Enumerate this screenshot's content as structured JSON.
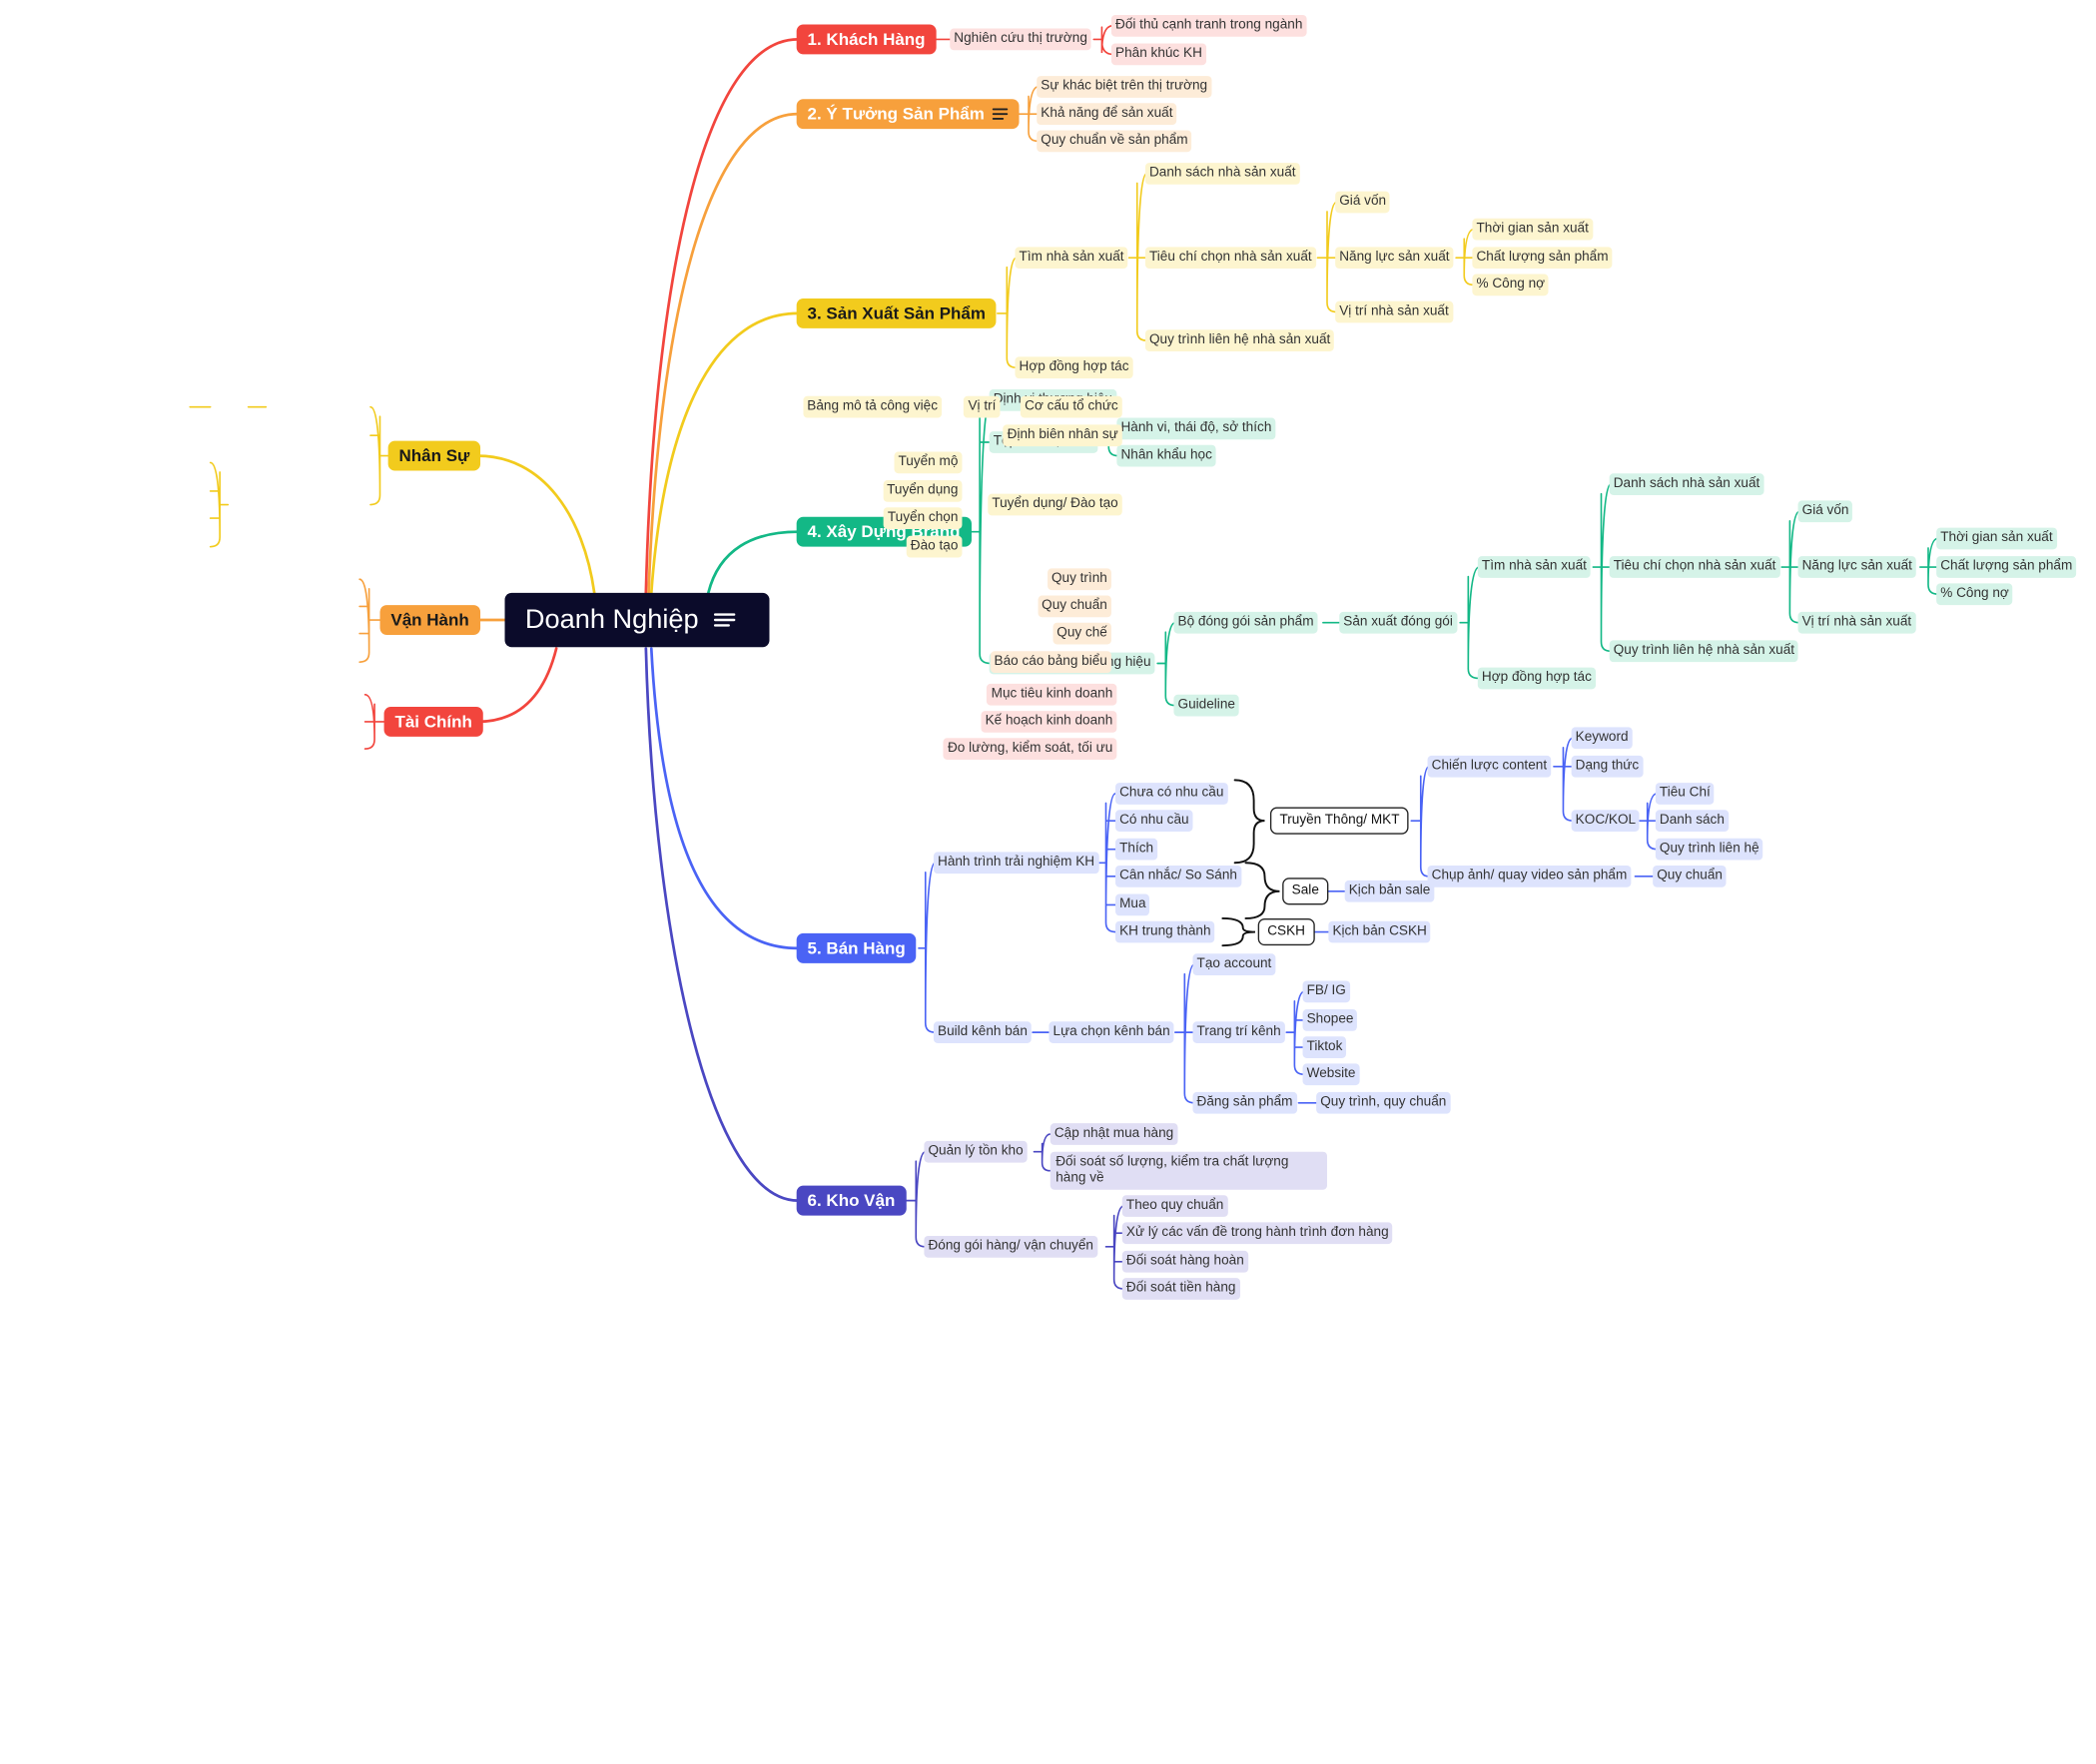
{
  "root": "Doanh Nghiệp",
  "colors": {
    "khach_hang": "#f2453d",
    "y_tuong": "#f7a03c",
    "san_xuat": "#f2cb1d",
    "brand": "#13b886",
    "ban_hang": "#4a63f5",
    "kho_van": "#4a47c2",
    "nhan_su": "#f2cb1d",
    "van_hanh": "#f7a03c",
    "tai_chinh": "#f2453d",
    "root_bg": "#0b0b2a"
  },
  "icons": [
    "note-icon"
  ],
  "right": {
    "khach_hang": {
      "label": "1. Khách Hàng",
      "nghien_cuu": "Nghiên cứu thị trường",
      "doi_thu": "Đối thủ cạnh tranh trong ngành",
      "phan_khuc": "Phân khúc KH"
    },
    "y_tuong": {
      "label": "2. Ý Tưởng Sản Phẩm",
      "items": [
        "Sự khác biệt trên thị trường",
        "Khả năng để sản xuất",
        "Quy chuẩn về sản phẩm"
      ]
    },
    "san_xuat": {
      "label": "3. Sản Xuất Sản Phẩm",
      "tim_nsx": "Tìm nhà sản xuất",
      "hop_dong": "Hợp đồng hợp tác",
      "danh_sach": "Danh sách nhà sản xuất",
      "tieu_chi": "Tiêu chí chọn nhà sản xuất",
      "quy_trinh": "Quy trình liên hệ nhà sản xuất",
      "gia_von": "Giá vốn",
      "nang_luc": "Năng lực sản xuất",
      "vi_tri": "Vị trí nhà sản xuất",
      "nang_luc_items": [
        "Thời gian sản xuất",
        "Chất lượng sản phẩm",
        "% Công nợ"
      ]
    },
    "brand": {
      "label": "4. Xây Dựng Brand",
      "dinh_vi": "Định vị thương hiệu",
      "tep_kh": "Tệp KH mục tiêu",
      "hanh_vi": "Hành vi, thái độ, sở thích",
      "nhan_khau": "Nhân khẩu học",
      "bo_nhan_dien": "Bộ nhận diện thương hiệu",
      "bo_dong_goi": "Bộ đóng gói sản phẩm",
      "guideline": "Guideline",
      "sx_dong_goi": "Sản xuất đóng gói",
      "tim_nsx": "Tìm nhà sản xuất",
      "hop_dong": "Hợp đồng hợp tác",
      "danh_sach": "Danh sách nhà sản xuất",
      "tieu_chi": "Tiêu chí chọn nhà sản xuất",
      "quy_trinh": "Quy trình liên hệ nhà sản xuất",
      "gia_von": "Giá vốn",
      "nang_luc": "Năng lực sản xuất",
      "vi_tri": "Vị trí nhà sản xuất",
      "nang_luc_items": [
        "Thời gian sản xuất",
        "Chất lượng sản phẩm",
        "% Công nợ"
      ]
    },
    "ban_hang": {
      "label": "5. Bán Hàng",
      "hanh_trinh": "Hành trình trải nghiệm KH",
      "stages": [
        "Chưa có nhu cầu",
        "Có nhu cầu",
        "Thích",
        "Cân nhắc/ So Sánh",
        "Mua",
        "KH trung thành"
      ],
      "truyen_thong": "Truyền Thông/ MKT",
      "sale": "Sale",
      "cskh": "CSKH",
      "kich_ban_sale": "Kịch bản sale",
      "kich_ban_cskh": "Kịch bản CSKH",
      "chien_luoc": "Chiến lược content",
      "keyword": "Keyword",
      "dang_thuc": "Dạng thức",
      "koc": "KOC/KOL",
      "koc_items": [
        "Tiêu Chí",
        "Danh sách",
        "Quy trình liên hệ"
      ],
      "chup_anh": "Chụp ảnh/ quay video sản phẩm",
      "quy_chuan": "Quy chuẩn",
      "build": "Build kênh bán",
      "lua_chon": "Lựa chọn kênh bán",
      "tao_account": "Tạo account",
      "trang_tri": "Trang trí kênh",
      "channels": [
        "FB/ IG",
        "Shopee",
        "Tiktok",
        "Website"
      ],
      "dang_sp": "Đăng sản phẩm",
      "quy_trinh_qc": "Quy trình, quy chuẩn"
    },
    "kho_van": {
      "label": "6. Kho Vận",
      "quan_ly": "Quản lý tồn kho",
      "cap_nhat": "Cập nhật mua hàng",
      "doi_soat": "Đối soát số lượng, kiểm tra chất lượng hàng về",
      "dong_goi": "Đóng gói hàng/ vận chuyển",
      "dong_goi_items": [
        "Theo quy chuẩn",
        "Xử lý các vấn đề trong hành trình đơn hàng",
        "Đối soát hàng hoàn",
        "Đối soát tiền hàng"
      ]
    }
  },
  "left": {
    "nhan_su": {
      "label": "Nhân Sự",
      "co_cau": "Cơ cấu tổ chức",
      "vi_tri": "Vị trí",
      "bang_mo_ta": "Bảng mô tả công việc",
      "dinh_bien": "Định biên nhân sự",
      "tuyen_dung_dao_tao": "Tuyển dụng/ Đào tạo",
      "td_items": [
        "Tuyển mộ",
        "Tuyển dụng",
        "Tuyển chọn",
        "Đào tạo"
      ]
    },
    "van_hanh": {
      "label": "Vận Hành",
      "items": [
        "Quy trình",
        "Quy chuẩn",
        "Quy chế",
        "Báo cáo bảng biểu"
      ]
    },
    "tai_chinh": {
      "label": "Tài Chính",
      "items": [
        "Mục tiêu kinh doanh",
        "Kế hoạch kinh doanh",
        "Đo lường, kiểm soát, tối ưu"
      ]
    }
  }
}
